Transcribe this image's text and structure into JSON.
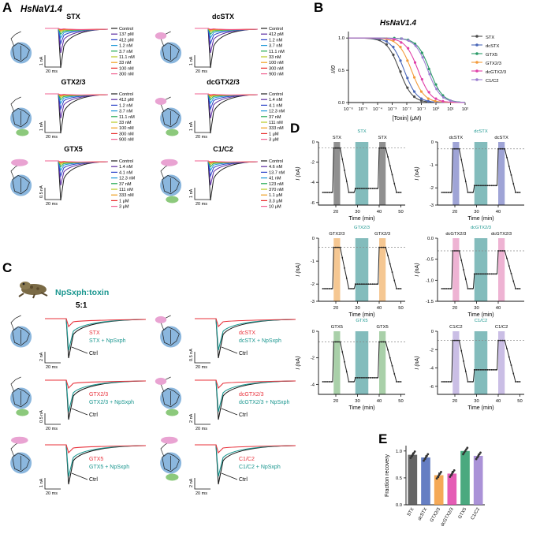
{
  "colors": {
    "teal": "#1a968f",
    "red": "#e8303a",
    "mol_blue": "#8bb7de",
    "oso3_green": "#8cc97c",
    "mod_pink": "#e9a3d2",
    "stx": "#4a4a4a",
    "dcstx": "#4a67b8",
    "gtx5": "#2a9a68",
    "gtx23": "#f39a3a",
    "dcgtx23": "#e040a8",
    "c1c2": "#9b7fd0"
  },
  "panelA": {
    "label": "A",
    "title": "HsNaV1.4",
    "control_label": "Control",
    "time_scale": "20 ms",
    "panels": [
      {
        "title": "STX",
        "concs": [
          "137 pM",
          "412 pM",
          "1.2 nM",
          "3.7 nM",
          "11.1 nM",
          "33 nM",
          "100 nM",
          "300 nM"
        ],
        "amp": "1 nA",
        "mods": []
      },
      {
        "title": "dcSTX",
        "concs": [
          "412 pM",
          "1.2 nM",
          "3.7 nM",
          "11.1 nM",
          "33 nM",
          "100 nM",
          "300 nM",
          "900 nM"
        ],
        "amp": "1 nA",
        "mods": [
          "HO"
        ]
      },
      {
        "title": "GTX2/3",
        "concs": [
          "412 pM",
          "1.2 nM",
          "3.7 nM",
          "11.1 nM",
          "33 nM",
          "100 nM",
          "300 nM",
          "900 nM"
        ],
        "amp": "1 nA",
        "mods": [
          "OSO3"
        ]
      },
      {
        "title": "dcGTX2/3",
        "concs": [
          "1.4 nM",
          "4.1 nM",
          "12.3 nM",
          "37 nM",
          "111 nM",
          "333 nM",
          "1 μM",
          "3 μM"
        ],
        "amp": "1 nA",
        "mods": [
          "HO",
          "OSO3"
        ]
      },
      {
        "title": "GTX5",
        "concs": [
          "1.4 nM",
          "4.1 nM",
          "12.3 nM",
          "37 nM",
          "111 nM",
          "333 nM",
          "1 μM",
          "3 μM"
        ],
        "amp": "0.5 nA",
        "mods": [
          "NHSO3"
        ]
      },
      {
        "title": "C1/C2",
        "concs": [
          "4.6 nM",
          "13.7 nM",
          "41 nM",
          "123 nM",
          "370 nM",
          "1.1 μM",
          "3.3 μM",
          "10 μM"
        ],
        "amp": "1 nA",
        "mods": [
          "NHSO3",
          "OSO3"
        ]
      }
    ]
  },
  "panelB": {
    "label": "B",
    "chart_data": {
      "type": "line",
      "title": "HsNaV1.4",
      "xlabel": "[Toxin] (μM)",
      "ylabel": "I/I0",
      "xscale": "log",
      "xlim": [
        1e-06,
        100
      ],
      "ylim": [
        0,
        1.1
      ],
      "xtick_labels": [
        "10⁻⁶",
        "10⁻⁵",
        "10⁻⁴",
        "10⁻³",
        "10⁻²",
        "10⁻¹",
        "10⁰",
        "10¹",
        "10²"
      ],
      "ytick_labels": [
        "0.0",
        "0.5",
        "1.0"
      ],
      "legend_position": "right",
      "series": [
        {
          "name": "STX",
          "ic50": 0.0032,
          "x": [
            0.000137,
            0.000412,
            0.0012,
            0.0037,
            0.0111,
            0.033,
            0.1,
            0.3
          ],
          "y": [
            0.97,
            0.9,
            0.74,
            0.48,
            0.23,
            0.09,
            0.03,
            0.01
          ]
        },
        {
          "name": "dcSTX",
          "ic50": 0.0067,
          "x": [
            0.000412,
            0.0012,
            0.0037,
            0.0111,
            0.033,
            0.1,
            0.3,
            0.9
          ],
          "y": [
            0.95,
            0.86,
            0.65,
            0.38,
            0.17,
            0.06,
            0.02,
            0.01
          ]
        },
        {
          "name": "GTX5",
          "ic50": 0.38,
          "x": [
            0.0014,
            0.0041,
            0.0123,
            0.037,
            0.111,
            0.333,
            1,
            3
          ],
          "y": [
            1.0,
            0.99,
            0.97,
            0.91,
            0.77,
            0.52,
            0.28,
            0.11
          ]
        },
        {
          "name": "GTX2/3",
          "ic50": 0.021,
          "x": [
            0.000412,
            0.0012,
            0.0037,
            0.0111,
            0.033,
            0.1,
            0.3,
            0.9
          ],
          "y": [
            0.99,
            0.96,
            0.86,
            0.65,
            0.39,
            0.17,
            0.06,
            0.02
          ]
        },
        {
          "name": "dcGTX2/3",
          "ic50": 0.06,
          "x": [
            0.0014,
            0.0041,
            0.0123,
            0.037,
            0.111,
            0.333,
            1,
            3
          ],
          "y": [
            0.98,
            0.93,
            0.84,
            0.62,
            0.36,
            0.16,
            0.06,
            0.02
          ]
        },
        {
          "name": "C1/C2",
          "ic50": 0.28,
          "x": [
            0.0046,
            0.0137,
            0.041,
            0.123,
            0.37,
            1.1,
            3.3,
            10
          ],
          "y": [
            0.99,
            0.96,
            0.88,
            0.7,
            0.44,
            0.21,
            0.08,
            0.03
          ]
        }
      ]
    }
  },
  "panelC": {
    "label": "C",
    "title": "NpSxph:toxin",
    "ratio": "5:1",
    "ctrl_label": "Ctrl",
    "time_scale": "20 ms",
    "panels": [
      {
        "toxin": "STX",
        "rescue": "STX + NpSxph",
        "amp": "2 nA",
        "mods": []
      },
      {
        "toxin": "dcSTX",
        "rescue": "dcSTX + NpSxph",
        "amp": "0.5 nA",
        "mods": [
          "HO"
        ]
      },
      {
        "toxin": "GTX2/3",
        "rescue": "GTX2/3 + NpSxph",
        "amp": "0.5 nA",
        "mods": [
          "OSO3"
        ]
      },
      {
        "toxin": "dcGTX2/3",
        "rescue": "dcGTX2/3 + NpSxph",
        "amp": "2 nA",
        "mods": [
          "HO",
          "OSO3"
        ]
      },
      {
        "toxin": "GTX5",
        "rescue": "GTX5 + NpSxph",
        "amp": "1 nA",
        "mods": [
          "NHSO3"
        ]
      },
      {
        "toxin": "C1/C2",
        "rescue": "C1/C2 + NpSxph",
        "amp": "2 nA",
        "mods": [
          "NHSO3",
          "OSO3"
        ]
      }
    ]
  },
  "panelD": {
    "label": "D",
    "xlabel": "Time (min)",
    "ylabel": "I (nA)",
    "plots": [
      {
        "toxin": "STX",
        "np": "STX",
        "xticks": [
          "20",
          "30",
          "40",
          "50"
        ],
        "yticks": [
          "-6",
          "-4",
          "-2",
          "0"
        ],
        "baseline": -5.0,
        "blocked": -0.6,
        "rescued": -4.6
      },
      {
        "toxin": "dcSTX",
        "np": "dcSTX",
        "xticks": [
          "20",
          "30",
          "40"
        ],
        "yticks": [
          "-3",
          "-2",
          "-1",
          "0"
        ],
        "baseline": -2.2,
        "blocked": -0.3,
        "rescued": -1.9
      },
      {
        "toxin": "GTX2/3",
        "np": "GTX2/3",
        "xticks": [
          "20",
          "30",
          "40",
          "50"
        ],
        "yticks": [
          "-3",
          "-2",
          "-1",
          "0"
        ],
        "baseline": -2.2,
        "blocked": -0.4,
        "rescued": -2.0
      },
      {
        "toxin": "dcGTX2/3",
        "np": "dcGTX2/3",
        "xticks": [
          "20",
          "30",
          "40"
        ],
        "yticks": [
          "-1.5",
          "-1.0",
          "-0.5",
          "0.0"
        ],
        "baseline": -1.2,
        "blocked": -0.3,
        "rescued": -0.85
      },
      {
        "toxin": "GTX5",
        "np": "GTX5",
        "xticks": [
          "20",
          "30",
          "40",
          "50"
        ],
        "yticks": [
          "-4",
          "-2",
          "0"
        ],
        "baseline": -3.8,
        "blocked": -0.8,
        "rescued": -3.5
      },
      {
        "toxin": "C1/C2",
        "np": "C1/C2",
        "xticks": [
          "20",
          "30",
          "40",
          "50"
        ],
        "yticks": [
          "-6",
          "-4",
          "-2",
          "0"
        ],
        "baseline": -5.5,
        "blocked": -1.0,
        "rescued": -4.2
      }
    ]
  },
  "panelE": {
    "label": "E",
    "chart_data": {
      "type": "bar",
      "ylabel": "Fraction recovery",
      "ylim": [
        0,
        1.1
      ],
      "ytick_labels": [
        "0.0",
        "0.5",
        "1.0"
      ],
      "categories": [
        "STX",
        "dcSTX",
        "GTX2/3",
        "dcGTX2/3",
        "GTX5",
        "C1/C2"
      ],
      "values": [
        0.93,
        0.88,
        0.55,
        0.58,
        1.0,
        0.91
      ],
      "errors": [
        0.04,
        0.04,
        0.05,
        0.05,
        0.01,
        0.04
      ]
    }
  }
}
